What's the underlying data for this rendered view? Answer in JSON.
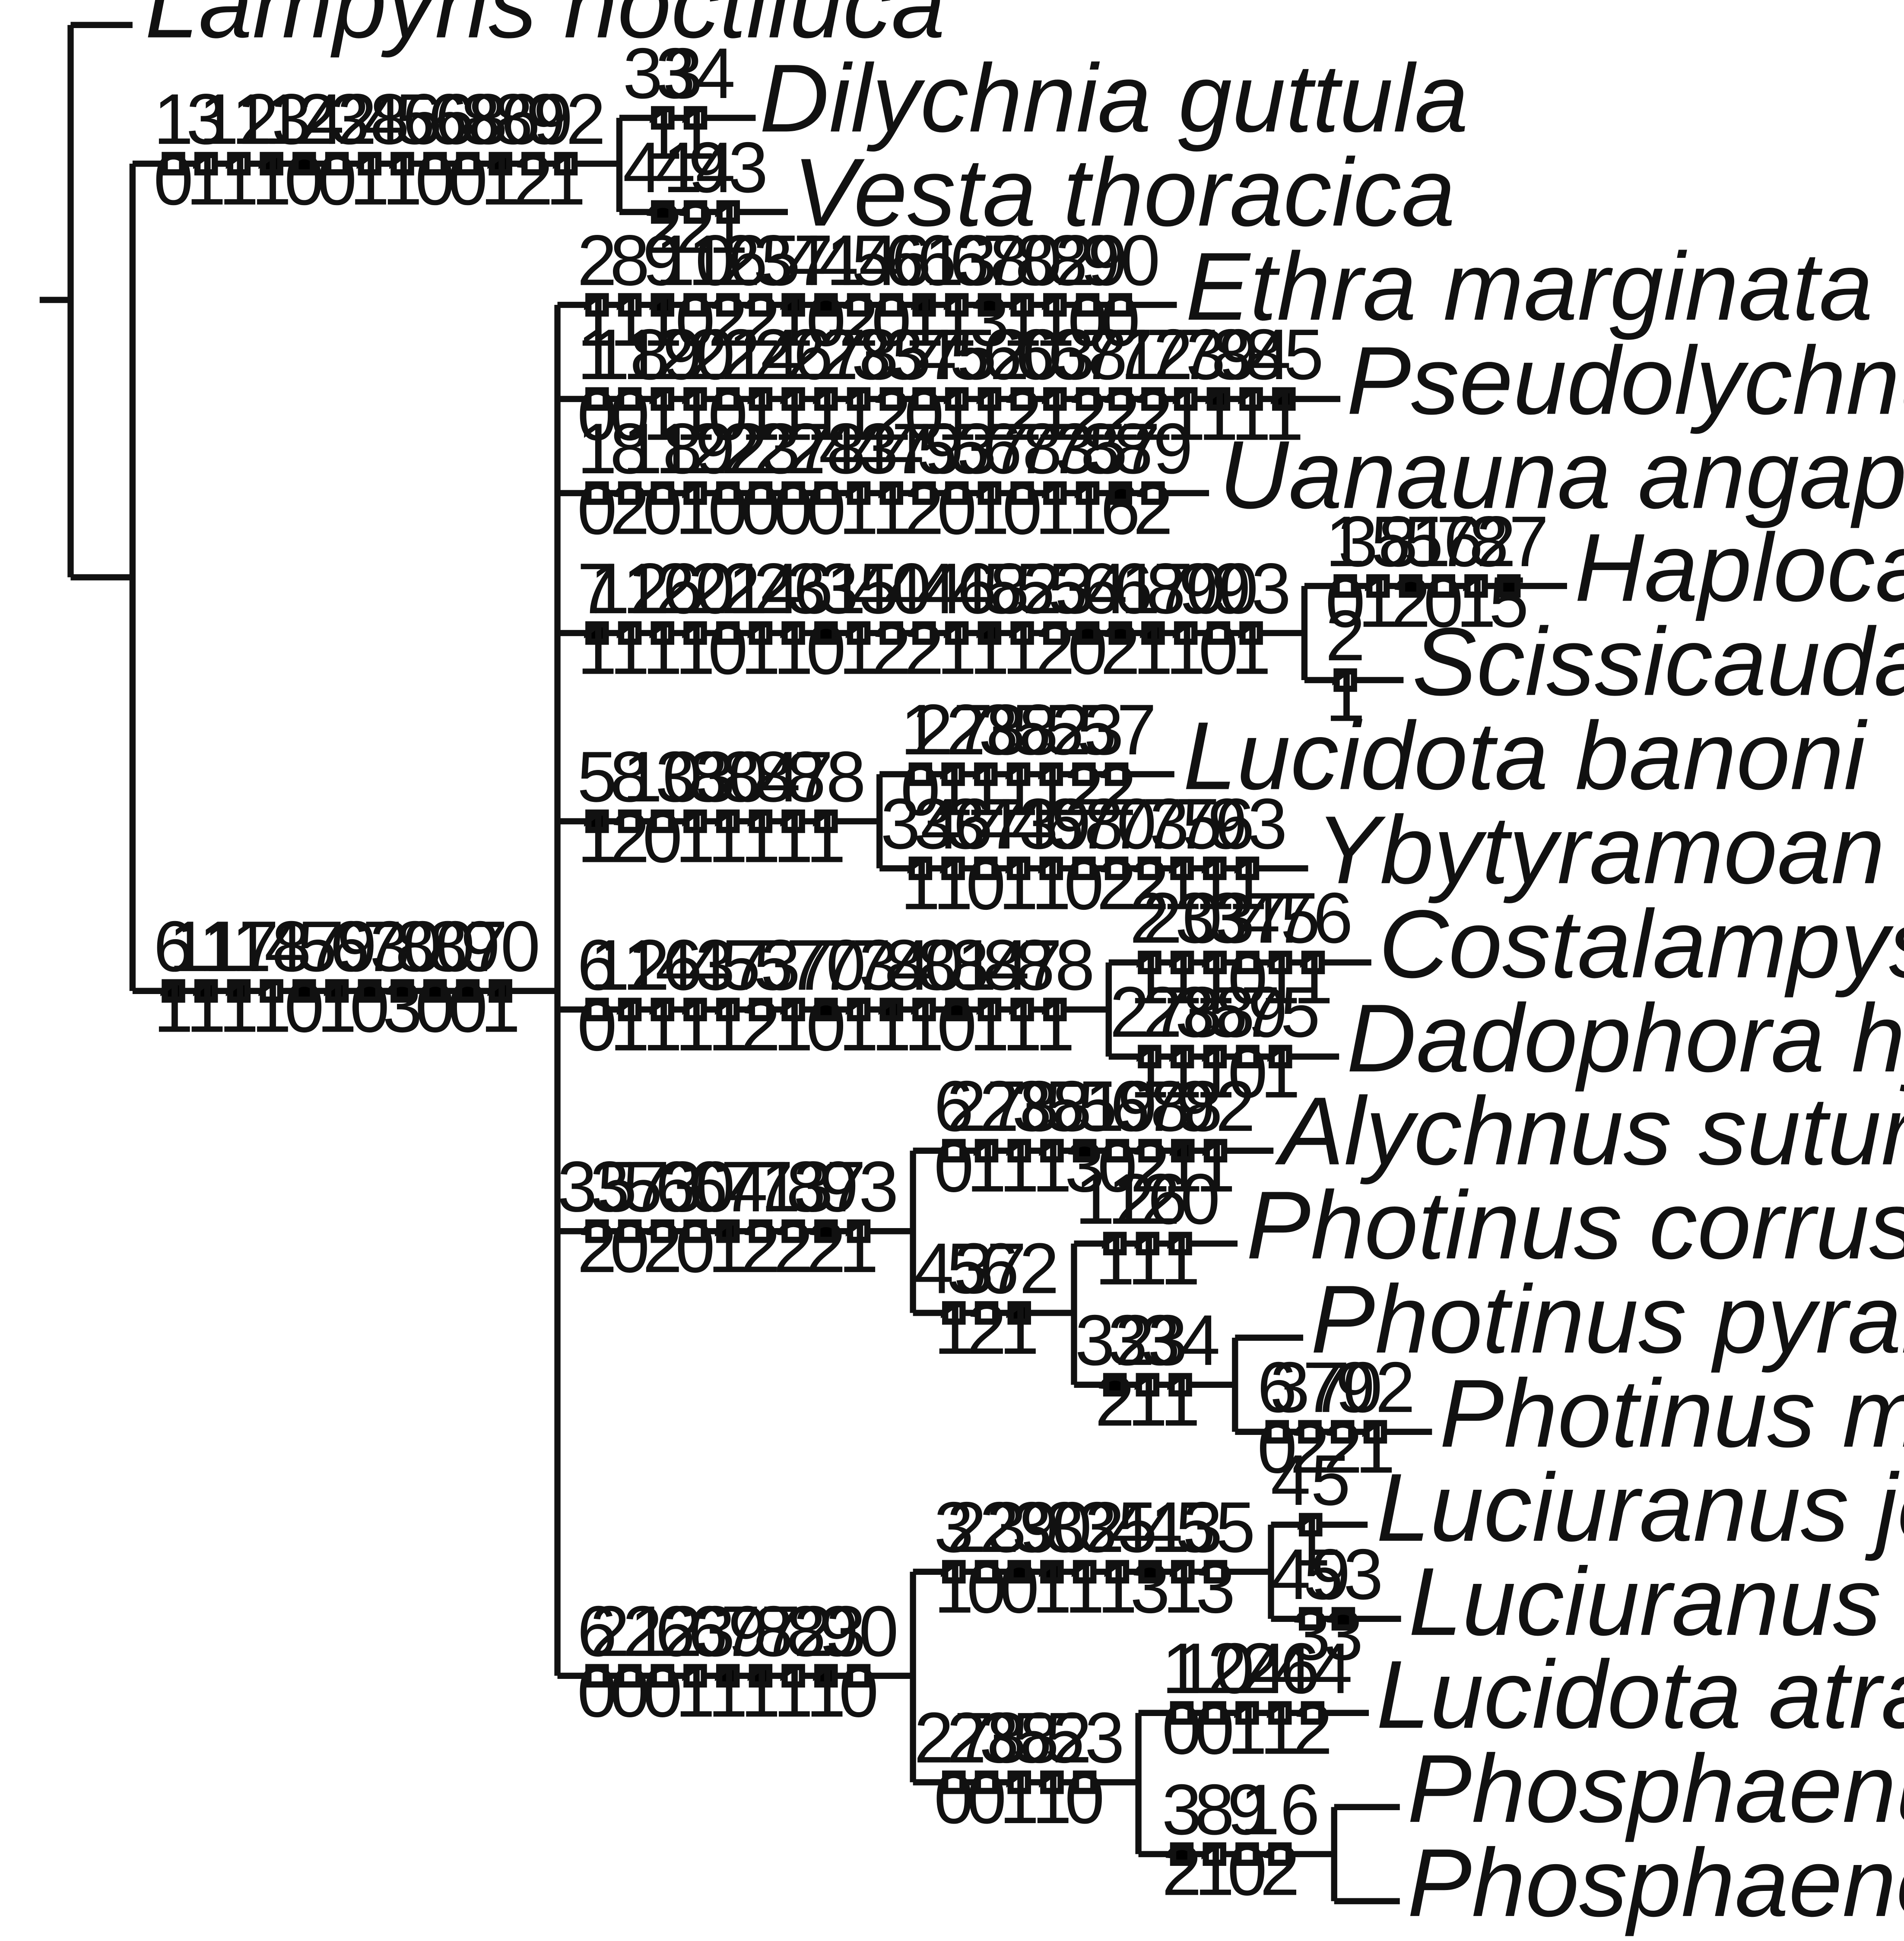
{
  "branches": [
    {
      "id": "b1",
      "chars": [
        "1",
        "3",
        "12",
        "13",
        "14",
        "22",
        "38",
        "46",
        "56",
        "68",
        "86",
        "89",
        "92"
      ],
      "states": [
        "0",
        "1",
        "1",
        "1",
        "0",
        "0",
        "1",
        "1",
        "0",
        "0",
        "1",
        "2",
        "1"
      ],
      "filled": [
        false,
        false,
        false,
        true,
        true,
        false,
        false,
        false,
        false,
        false,
        true,
        false,
        false
      ]
    },
    {
      "id": "b2",
      "chars": [
        "33",
        "34"
      ],
      "states": [
        "1",
        "1"
      ],
      "filled": [
        false,
        false
      ]
    },
    {
      "id": "b3",
      "chars": [
        "41",
        "44",
        "93"
      ],
      "states": [
        "2",
        "2",
        "1"
      ],
      "filled": [
        true,
        false,
        false
      ]
    },
    {
      "id": "b4",
      "chars": [
        "6",
        "11",
        "17",
        "18",
        "47",
        "59",
        "63",
        "70",
        "80",
        "87",
        "90"
      ],
      "states": [
        "1",
        "1",
        "1",
        "1",
        "0",
        "1",
        "0",
        "3",
        "0",
        "0",
        "1"
      ],
      "filled": [
        true,
        true,
        true,
        false,
        true,
        true,
        true,
        true,
        true,
        true,
        true
      ]
    },
    {
      "id": "b5",
      "chars": [
        "2",
        "8",
        "9",
        "10",
        "16",
        "25",
        "37",
        "41",
        "44",
        "56",
        "61",
        "63",
        "68",
        "70",
        "82",
        "89",
        "90"
      ],
      "states": [
        "1",
        "1",
        "1",
        "0",
        "2",
        "2",
        "1",
        "0",
        "2",
        "0",
        "1",
        "1",
        "3",
        "1",
        "1",
        "0",
        "0"
      ],
      "filled": [
        false,
        false,
        true,
        false,
        false,
        false,
        true,
        true,
        false,
        false,
        true,
        false,
        true,
        false,
        false,
        false,
        false
      ]
    },
    {
      "id": "b6",
      "chars": [
        "1",
        "18",
        "19",
        "20",
        "21",
        "24",
        "26",
        "27",
        "28",
        "35",
        "37",
        "45",
        "52",
        "60",
        "63",
        "68",
        "71",
        "72",
        "73",
        "79",
        "84",
        "85"
      ],
      "states": [
        "0",
        "0",
        "1",
        "1",
        "0",
        "1",
        "1",
        "1",
        "1",
        "2",
        "0",
        "1",
        "1",
        "2",
        "1",
        "2",
        "2",
        "2",
        "1",
        "1",
        "1",
        "1"
      ],
      "filled": [
        false,
        false,
        false,
        false,
        false,
        false,
        false,
        false,
        false,
        false,
        false,
        false,
        false,
        false,
        false,
        false,
        false,
        false,
        false,
        true,
        false,
        true
      ]
    },
    {
      "id": "b7",
      "chars": [
        "1",
        "8",
        "18",
        "19",
        "22",
        "23",
        "27",
        "28",
        "43",
        "47",
        "49",
        "53",
        "57",
        "68",
        "73",
        "75",
        "87",
        "89"
      ],
      "states": [
        "0",
        "2",
        "0",
        "1",
        "0",
        "0",
        "0",
        "0",
        "1",
        "1",
        "2",
        "0",
        "1",
        "0",
        "1",
        "1",
        "6",
        "2"
      ],
      "filled": [
        false,
        false,
        false,
        false,
        false,
        false,
        false,
        false,
        false,
        false,
        false,
        false,
        false,
        false,
        false,
        false,
        true,
        false
      ]
    },
    {
      "id": "b8",
      "chars": [
        "7",
        "12",
        "16",
        "20",
        "21",
        "24",
        "26",
        "31",
        "35",
        "40",
        "44",
        "46",
        "48",
        "52",
        "53",
        "54",
        "61",
        "67",
        "80",
        "90",
        "93"
      ],
      "states": [
        "1",
        "1",
        "1",
        "1",
        "0",
        "1",
        "1",
        "0",
        "1",
        "2",
        "2",
        "1",
        "1",
        "1",
        "2",
        "0",
        "2",
        "1",
        "1",
        "0",
        "1"
      ],
      "filled": [
        true,
        false,
        false,
        false,
        false,
        false,
        false,
        true,
        false,
        false,
        false,
        false,
        true,
        false,
        false,
        true,
        true,
        true,
        false,
        false,
        false
      ]
    },
    {
      "id": "b9",
      "chars": [
        "1",
        "38",
        "51",
        "56",
        "72",
        "87"
      ],
      "states": [
        "0",
        "1",
        "2",
        "0",
        "1",
        "5"
      ],
      "filled": [
        false,
        false,
        true,
        false,
        false,
        true
      ]
    },
    {
      "id": "b10",
      "chars": [
        "2"
      ],
      "states": [
        "1"
      ],
      "filled": [
        false
      ]
    },
    {
      "id": "b11",
      "chars": [
        "5",
        "8",
        "10",
        "33",
        "80",
        "84",
        "87",
        "88"
      ],
      "states": [
        "1",
        "2",
        "0",
        "1",
        "1",
        "1",
        "1",
        "1"
      ],
      "filled": [
        true,
        false,
        false,
        false,
        false,
        false,
        false,
        false
      ]
    },
    {
      "id": "b12",
      "chars": [
        "1",
        "27",
        "28",
        "38",
        "52",
        "53",
        "57"
      ],
      "states": [
        "0",
        "1",
        "1",
        "1",
        "1",
        "2",
        "2"
      ],
      "filled": [
        false,
        false,
        false,
        false,
        false,
        false,
        false
      ]
    },
    {
      "id": "b13",
      "chars": [
        "34",
        "36",
        "37",
        "43",
        "49",
        "68",
        "70",
        "73",
        "75",
        "76",
        "93"
      ],
      "states": [
        "1",
        "1",
        "0",
        "1",
        "1",
        "0",
        "2",
        "2",
        "1",
        "1",
        "1"
      ],
      "filled": [
        false,
        false,
        false,
        false,
        false,
        false,
        false,
        false,
        false,
        false,
        false
      ]
    },
    {
      "id": "b14",
      "chars": [
        "6",
        "12",
        "16",
        "43",
        "47",
        "53",
        "57",
        "70",
        "73",
        "74",
        "80",
        "81",
        "84",
        "87",
        "88"
      ],
      "states": [
        "0",
        "1",
        "1",
        "1",
        "1",
        "2",
        "1",
        "0",
        "1",
        "1",
        "1",
        "0",
        "1",
        "1",
        "1"
      ],
      "filled": [
        false,
        false,
        false,
        false,
        false,
        false,
        false,
        true,
        false,
        true,
        false,
        true,
        false,
        false,
        false
      ]
    },
    {
      "id": "b15",
      "chars": [
        "2",
        "20",
        "33",
        "37",
        "45",
        "76"
      ],
      "states": [
        "1",
        "1",
        "1",
        "0",
        "1",
        "1"
      ],
      "filled": [
        false,
        false,
        false,
        false,
        false,
        false
      ]
    },
    {
      "id": "b16",
      "chars": [
        "27",
        "28",
        "38",
        "59",
        "75"
      ],
      "states": [
        "1",
        "1",
        "1",
        "0",
        "1"
      ],
      "filled": [
        false,
        false,
        false,
        false,
        false
      ]
    },
    {
      "id": "b17",
      "chars": [
        "35",
        "37",
        "53",
        "60",
        "64",
        "71",
        "73",
        "87",
        "93"
      ],
      "states": [
        "2",
        "0",
        "2",
        "0",
        "1",
        "2",
        "2",
        "2",
        "1"
      ],
      "filled": [
        false,
        false,
        false,
        false,
        true,
        false,
        false,
        true,
        false
      ]
    },
    {
      "id": "b18",
      "chars": [
        "6",
        "27",
        "28",
        "38",
        "51",
        "59",
        "68",
        "78",
        "92"
      ],
      "states": [
        "0",
        "1",
        "1",
        "1",
        "3",
        "0",
        "2",
        "1",
        "1"
      ],
      "filled": [
        false,
        false,
        false,
        false,
        true,
        false,
        false,
        true,
        false
      ]
    },
    {
      "id": "b19",
      "chars": [
        "43",
        "57",
        "62"
      ],
      "states": [
        "1",
        "2",
        "1"
      ],
      "filled": [
        false,
        false,
        true
      ]
    },
    {
      "id": "b20",
      "chars": [
        "12",
        "16",
        "20"
      ],
      "states": [
        "1",
        "1",
        "1"
      ],
      "filled": [
        false,
        false,
        false
      ]
    },
    {
      "id": "b21",
      "chars": [
        "32",
        "33",
        "34"
      ],
      "states": [
        "2",
        "1",
        "1"
      ],
      "filled": [
        true,
        false,
        false
      ]
    },
    {
      "id": "b22",
      "chars": [
        "6",
        "37",
        "70",
        "92"
      ],
      "states": [
        "0",
        "2",
        "2",
        "1"
      ],
      "filled": [
        false,
        false,
        false,
        false
      ]
    },
    {
      "id": "b23",
      "chars": [
        "6",
        "21",
        "22",
        "63",
        "69",
        "77",
        "82",
        "83",
        "90"
      ],
      "states": [
        "0",
        "0",
        "0",
        "1",
        "1",
        "1",
        "1",
        "1",
        "0"
      ],
      "filled": [
        false,
        false,
        false,
        false,
        true,
        true,
        false,
        true,
        false
      ]
    },
    {
      "id": "b24",
      "chars": [
        "3",
        "23",
        "29",
        "30",
        "32",
        "35",
        "41",
        "43",
        "55"
      ],
      "states": [
        "1",
        "0",
        "0",
        "1",
        "1",
        "1",
        "3",
        "1",
        "3"
      ],
      "filled": [
        false,
        false,
        true,
        true,
        false,
        false,
        true,
        false,
        false
      ]
    },
    {
      "id": "b25",
      "chars": [
        "45"
      ],
      "states": [
        "1"
      ],
      "filled": [
        false
      ]
    },
    {
      "id": "b26",
      "chars": [
        "49",
        "53"
      ],
      "states": [
        "3",
        "3"
      ],
      "filled": [
        false,
        true
      ]
    },
    {
      "id": "b27",
      "chars": [
        "27",
        "28",
        "38",
        "52",
        "53"
      ],
      "states": [
        "0",
        "0",
        "1",
        "1",
        "0"
      ],
      "filled": [
        false,
        false,
        false,
        false,
        false
      ]
    },
    {
      "id": "b28",
      "chars": [
        "1",
        "10",
        "24",
        "26",
        "44"
      ],
      "states": [
        "0",
        "0",
        "1",
        "1",
        "2"
      ],
      "filled": [
        false,
        false,
        false,
        false,
        false
      ]
    },
    {
      "id": "b29",
      "chars": [
        "3",
        "8",
        "9",
        "16"
      ],
      "states": [
        "2",
        "1",
        "0",
        "2"
      ],
      "filled": [
        true,
        false,
        false,
        false
      ]
    }
  ],
  "taxa": {
    "lampyris_noctiluca": "Lampyris noctiluca",
    "dilychnia_guttula": "Dilychnia guttula",
    "vesta_thoracica": "Vesta thoracica",
    "ethra_marginata": "Ethra marginata",
    "pseudolychnuris_vittata": "Pseudolychnuris vittata",
    "uanauna_angaporan": "Uanauna angaporan",
    "haplocauda_albertinoi": "Haplocauda albertinoi",
    "scissicauda_disjuncta": "Scissicauda disjuncta",
    "lucidota_banoni": "Lucidota banoni",
    "ybytyramoan_praeclarum": "Ybytyramoan praeclarum",
    "costalampys_delicata": "Costalampys delicata",
    "dadophora_hyalina": "Dadophora hyalina",
    "alychnus_suturalis": "Alychnus suturalis",
    "photinus_corruscus": "Photinus corruscus",
    "photinus_pyralis": "Photinus pyralis",
    "photinus_macdermotti": "Photinus macdermotti",
    "luciuranus_josephi": "Luciuranus josephi",
    "luciuranus_sinistrus": "Luciuranus sinistrus",
    "lucidota_atra": "Lucidota atra",
    "phosphaenus_hemipterus": "Phosphaenus hemipterus",
    "phosphaenopterus_metzneri": "Phosphaenopterus metzneri"
  },
  "colors": {
    "line": "#111111",
    "filled_box": "#000000",
    "open_box": "#ffffff"
  }
}
